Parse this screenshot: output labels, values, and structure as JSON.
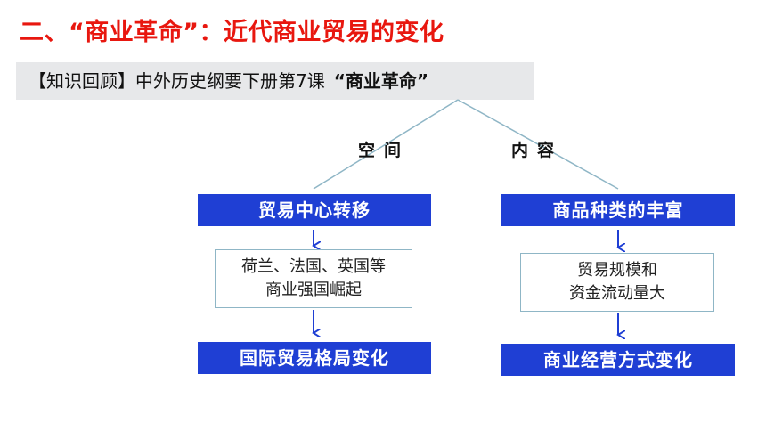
{
  "title": "二、“商业革命”：近代商业贸易的变化",
  "recall": {
    "prefix": "【知识回顾】中外历史纲要下册第7课",
    "highlight": "“商业革命”"
  },
  "branches": {
    "left_label": "空间",
    "right_label": "内容"
  },
  "left": {
    "top_box": "贸易中心转移",
    "middle_line1": "荷兰、法国、英国等",
    "middle_line2": "商业强国崛起",
    "bottom_box": "国际贸易格局变化"
  },
  "right": {
    "top_box": "商品种类的丰富",
    "middle_line1": "贸易规模和",
    "middle_line2": "资金流动量大",
    "bottom_box": "商业经营方式变化"
  },
  "colors": {
    "title": "#e8170f",
    "box_blue": "#1f3fd4",
    "arrow": "#1f3fd4",
    "connector": "#8fb6c6",
    "recall_bg": "#e7e8ea"
  }
}
